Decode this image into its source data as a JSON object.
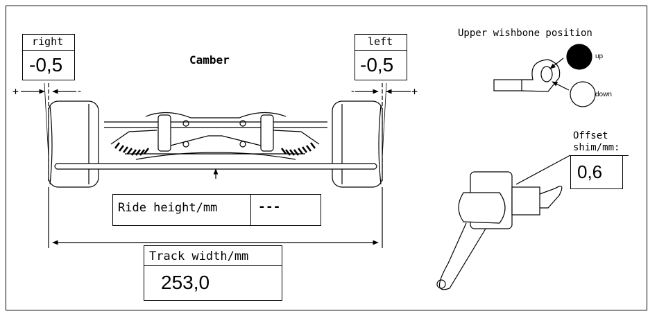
{
  "camber": {
    "title": "Camber",
    "right_label": "right",
    "right_value": "-0,5",
    "left_label": "left",
    "left_value": "-0,5",
    "plus": "+",
    "minus": "-"
  },
  "ride_height": {
    "label": "Ride height/mm",
    "value": "---"
  },
  "track_width": {
    "label": "Track width/mm",
    "value": "253,0"
  },
  "wishbone": {
    "title": "Upper wishbone position",
    "up_label": "up",
    "down_label": "down",
    "selected": "up"
  },
  "offset_shim": {
    "label_line1": "Offset",
    "label_line2": "shim/mm:",
    "value": "0,6"
  }
}
